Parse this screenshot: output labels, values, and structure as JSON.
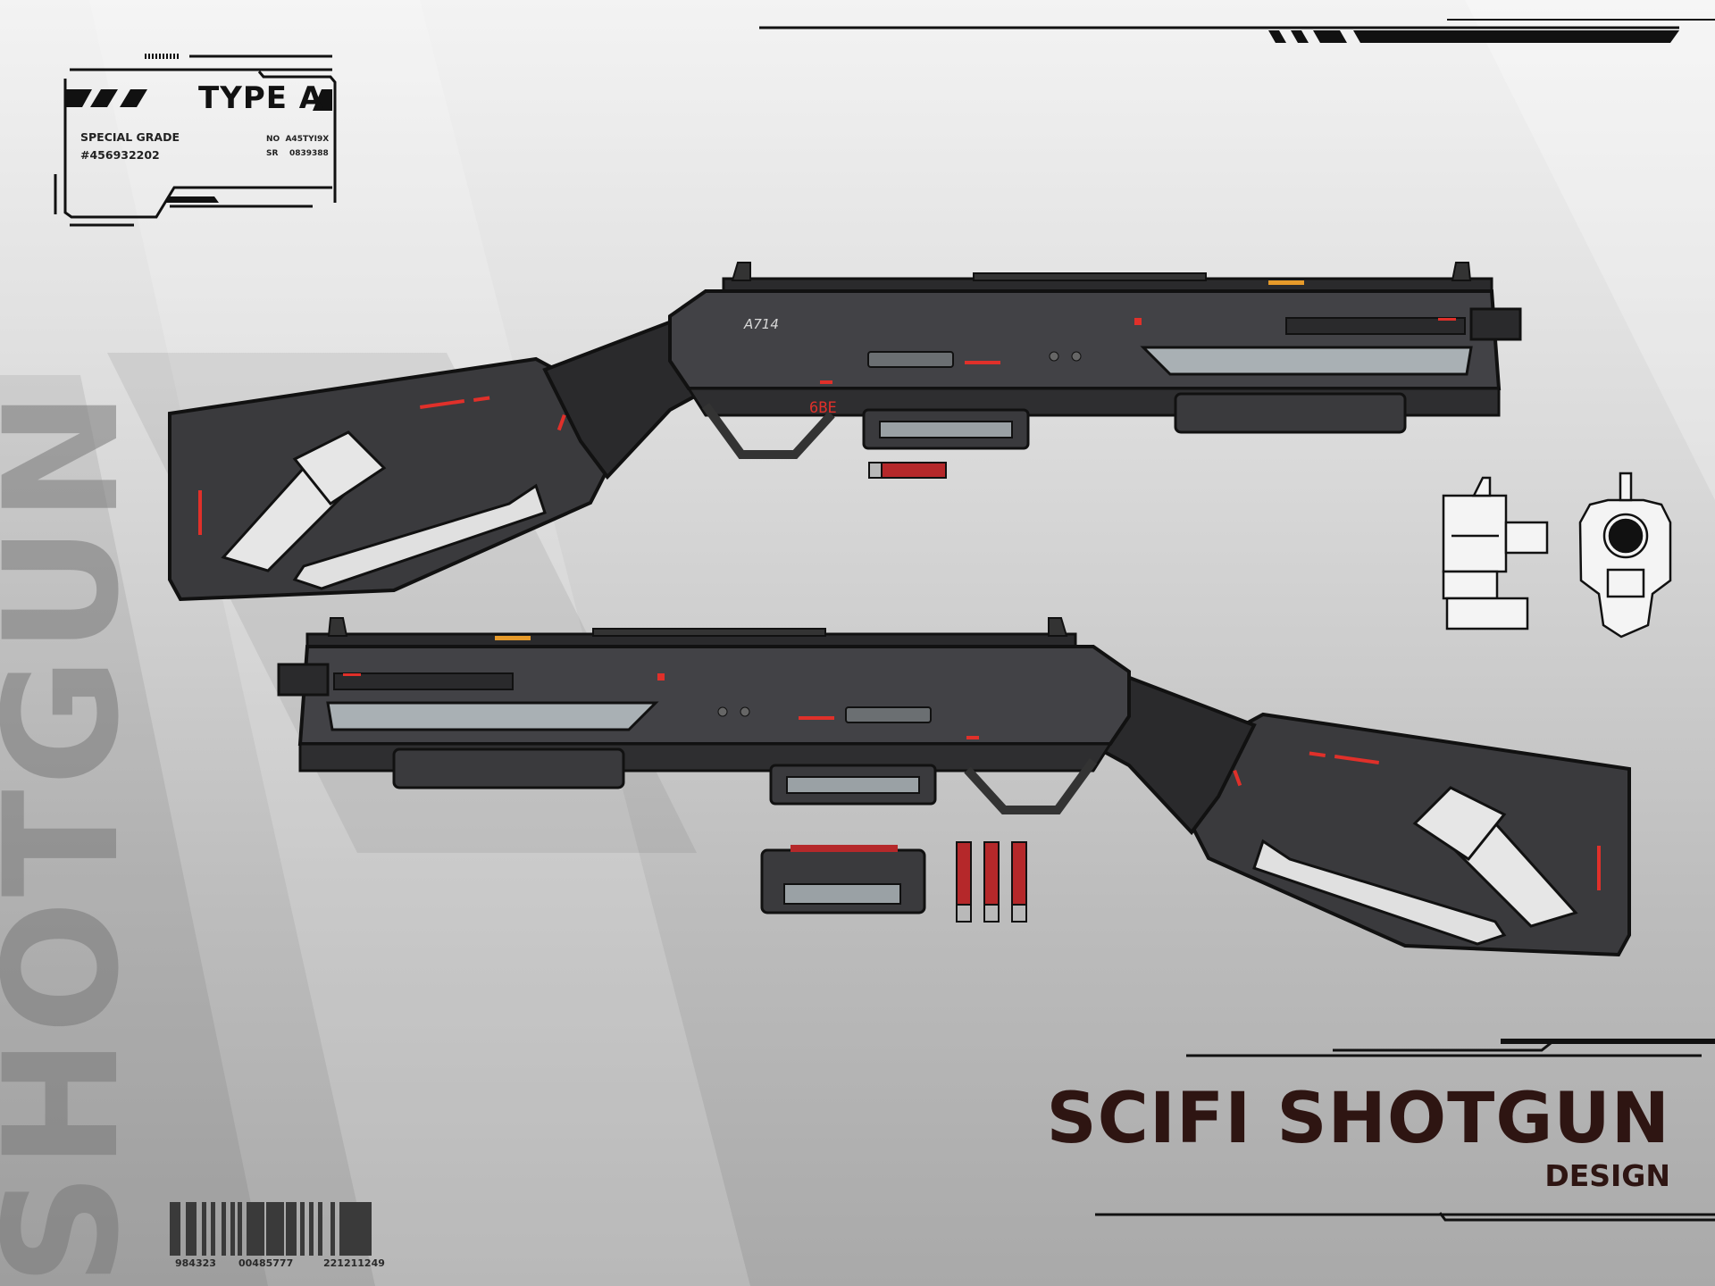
{
  "colors": {
    "background_top": "#f3f3f3",
    "background_bottom": "#a9a9a9",
    "title": "#2e1512",
    "gun_body": "#3a3a3d",
    "gun_dark": "#232325",
    "accent_red": "#e0302a",
    "steel_panel": "#a9b0b4"
  },
  "watermark": "SHOTGUN",
  "label": {
    "type": "TYPE A",
    "grade": "SPECIAL GRADE",
    "serial": "#456932202",
    "no_label": "NO",
    "no_value": "A45TYI9X",
    "sr_label": "SR",
    "sr_value": "0839388"
  },
  "gun_markings": {
    "model": "A714",
    "counter": "6BE"
  },
  "barcode": {
    "numbers": [
      "984323",
      "00485777",
      "221211249"
    ]
  },
  "title": {
    "main": "SCIFI SHOTGUN",
    "sub": "DESIGN"
  }
}
